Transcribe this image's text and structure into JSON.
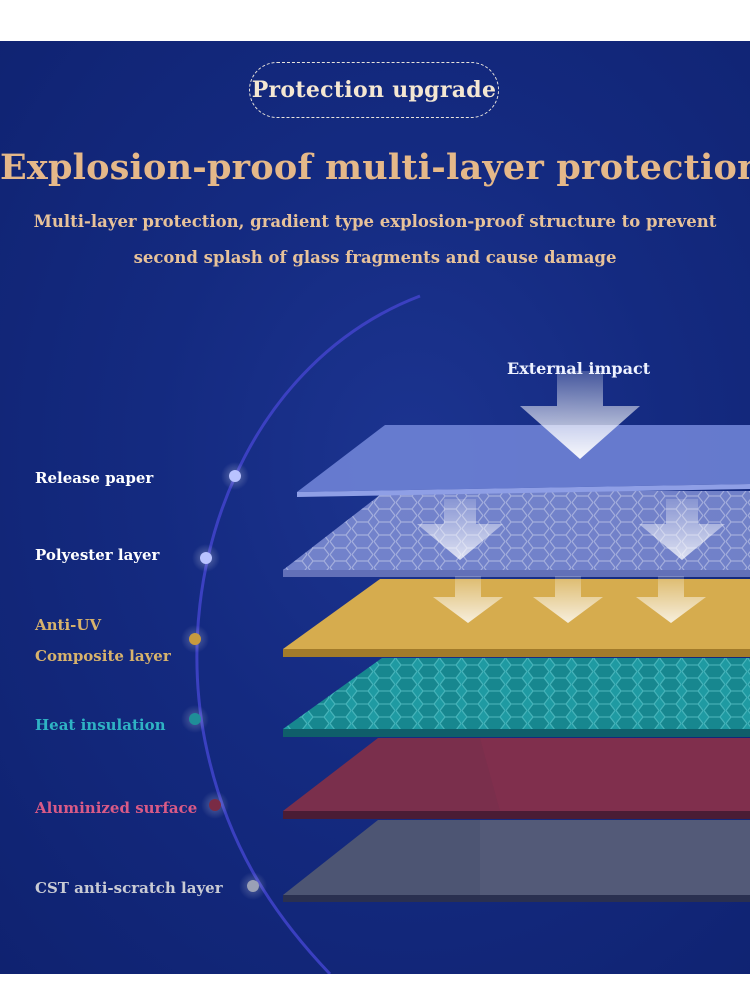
{
  "header": {
    "badge": "Protection upgrade",
    "title": "Explosion-proof multi-layer protection",
    "subtitle_line1": "Multi-layer protection, gradient type explosion-proof structure to prevent",
    "subtitle_line2": "second splash of glass fragments and cause damage"
  },
  "diagram": {
    "impact_label": "External impact",
    "layers": [
      {
        "label": "Release paper",
        "label_color": "#ffffff",
        "dot_color": "#b9c3ff",
        "layer_color": "#6f83d6"
      },
      {
        "label": "Polyester layer",
        "label_color": "#ffffff",
        "dot_color": "#b9c3ff",
        "layer_color": "#7d8bd3"
      },
      {
        "label": "Anti-UV",
        "label2": "Composite layer",
        "label_color": "#d8b36c",
        "dot_color": "#c79a3e",
        "layer_color": "#d6ac4e"
      },
      {
        "label": "Heat insulation",
        "label_color": "#2fb3c4",
        "dot_color": "#1f8e98",
        "layer_color": "#1f9aa2"
      },
      {
        "label": "Aluminized surface",
        "label_color": "#d95a86",
        "dot_color": "#7a2b45",
        "layer_color": "#7a2f4c"
      },
      {
        "label": "CST anti-scratch layer",
        "label_color": "#c9cbd4",
        "dot_color": "#9aa0b6",
        "layer_color": "#4d5573"
      }
    ]
  }
}
